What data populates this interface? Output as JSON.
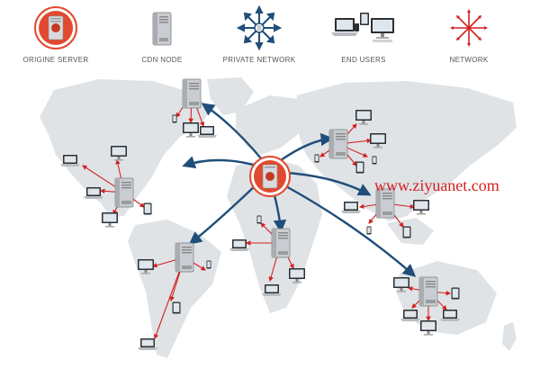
{
  "legend": {
    "origin_server": "ORIGINE SERVER",
    "cdn_node": "CDN NODE",
    "private_network": "PRIVATE NETWORK",
    "end_users": "END USERS",
    "network": "NETWORK"
  },
  "watermark": "www.ziyuanet.com",
  "icons": {
    "origin_server": "origin-server-icon",
    "cdn_node": "cdn-node-icon",
    "private_network": "private-network-icon",
    "end_users": "end-users-icon",
    "network": "network-icon"
  },
  "colors": {
    "origin_accent": "#e04a2f",
    "private_link": "#1f4e79",
    "network_link": "#d42020",
    "land": "#dfe3e6",
    "server_body": "#c9ccd0"
  }
}
